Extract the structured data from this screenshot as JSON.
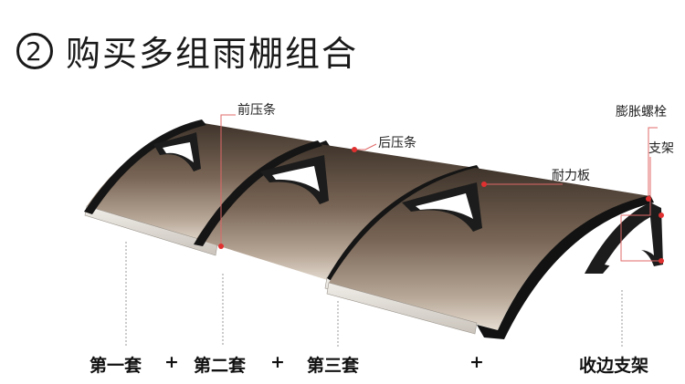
{
  "title": {
    "number": "2",
    "text": "购买多组雨棚组合"
  },
  "callouts": {
    "front_strip": "前压条",
    "rear_strip": "后压条",
    "panel": "耐力板",
    "expansion_bolt": "膨胀螺栓",
    "bracket": "支架"
  },
  "bottom": {
    "set1": "第一套",
    "plus1": "+",
    "set2": "第二套",
    "plus2": "+",
    "set3": "第三套",
    "plus3": "+",
    "edge_bracket": "收边支架"
  },
  "colors": {
    "panel_dark": "#5a4a3c",
    "panel_light": "#d9cfc2",
    "frame": "#1a1a1a",
    "callout_line": "#e06060",
    "callout_dot": "#e03030"
  }
}
